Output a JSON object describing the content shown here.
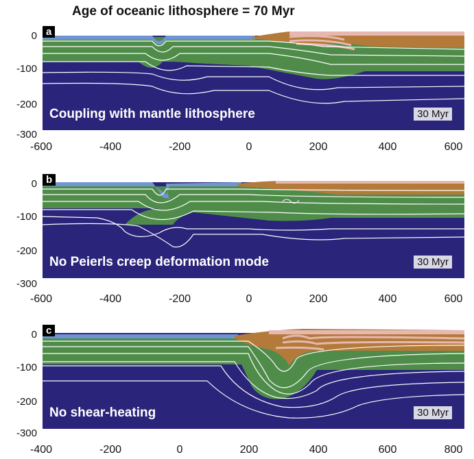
{
  "figure_title": "Age of oceanic lithosphere = 70 Myr",
  "colors": {
    "mantle": "#2a247a",
    "lithosphere": "#4f8c4a",
    "oceanic_crust": "#6f96d2",
    "sediment": "#b47a3a",
    "sediment_pink": "#e6b8b0",
    "isotherm": "#ffffff"
  },
  "panels": [
    {
      "label": "a",
      "caption": "Coupling with mantle lithosphere",
      "time": "30 Myr",
      "y_ticks": [
        "0",
        "-100",
        "-200",
        "-300"
      ],
      "x_ticks": [
        "-600",
        "-400",
        "-200",
        "0",
        "200",
        "400",
        "600"
      ]
    },
    {
      "label": "b",
      "caption": "No Peierls creep deformation mode",
      "time": "30 Myr",
      "y_ticks": [
        "0",
        "-100",
        "-200",
        "-300"
      ],
      "x_ticks": [
        "-600",
        "-400",
        "-200",
        "0",
        "200",
        "400",
        "600"
      ]
    },
    {
      "label": "c",
      "caption": "No shear-heating",
      "time": "30 Myr",
      "y_ticks": [
        "0",
        "-100",
        "-200",
        "-300"
      ],
      "x_ticks": [
        "-400",
        "-200",
        "0",
        "200",
        "400",
        "600",
        "800"
      ]
    }
  ]
}
